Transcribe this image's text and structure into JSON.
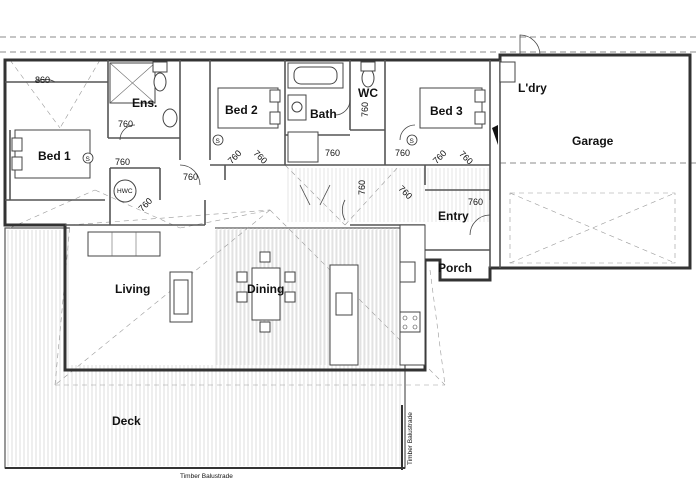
{
  "rooms": {
    "bed1": "Bed 1",
    "ensuite": "Ens.",
    "bed2": "Bed 2",
    "bath": "Bath",
    "wc": "WC",
    "bed3": "Bed 3",
    "laundry": "L'dry",
    "garage": "Garage",
    "entry": "Entry",
    "porch": "Porch",
    "living": "Living",
    "dining": "Dining",
    "deck": "Deck"
  },
  "fixtures": {
    "hot_water_cylinder": "HWC",
    "safety_s": "S"
  },
  "dimensions": {
    "d860": "860",
    "d760": "760"
  },
  "notes": {
    "balustrade": "Timber Balustrade"
  }
}
